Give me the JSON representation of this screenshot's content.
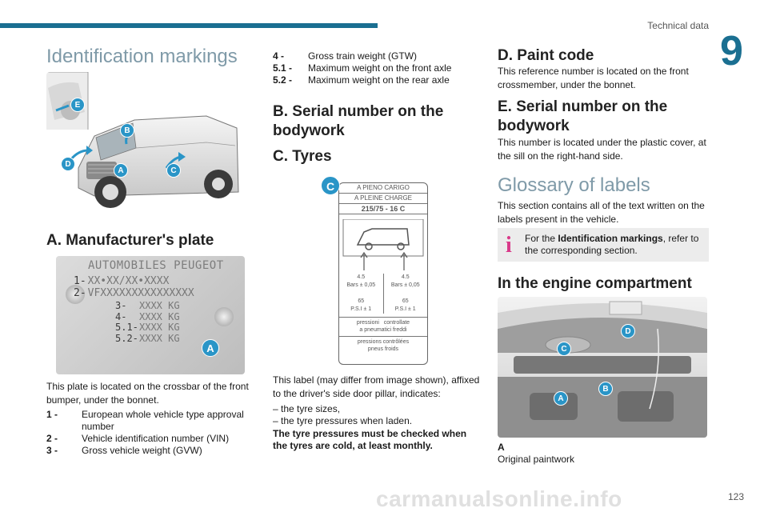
{
  "header": {
    "section_name": "Technical data",
    "chapter_number": "9"
  },
  "col1": {
    "title": "Identification markings",
    "manufacturer_heading": "A. Manufacturer's plate",
    "plate": {
      "brand": "AUTOMOBILES PEUGEOT",
      "line1_key": "1-",
      "line1_val": "XX•XX/XX•XXXX",
      "line2_key": "2-",
      "line2_val": "VFXXXXXXXXXXXXXXX",
      "line3_key": "3-",
      "line3_val": "XXXX KG",
      "line4_key": "4-",
      "line4_val": "XXXX KG",
      "line51_key": "5.1-",
      "line51_val": "XXXX KG",
      "line52_key": "5.2-",
      "line52_val": "XXXX KG",
      "badge": "A"
    },
    "van_badges": {
      "b": "B",
      "e": "E",
      "d": "D",
      "a": "A",
      "c": "C"
    },
    "plate_desc": "This plate is located on the crossbar of the front bumper, under the bonnet.",
    "list": [
      {
        "key": "1 -",
        "val": "European whole vehicle type approval number"
      },
      {
        "key": "2 -",
        "val": "Vehicle identification number (VIN)"
      },
      {
        "key": "3 -",
        "val": "Gross vehicle weight (GVW)"
      }
    ]
  },
  "col2": {
    "list": [
      {
        "key": "4 -",
        "val": "Gross train weight (GTW)"
      },
      {
        "key": "5.1 -",
        "val": "Maximum weight on the front axle"
      },
      {
        "key": "5.2 -",
        "val": "Maximum weight on the rear axle"
      }
    ],
    "serial_heading": "B. Serial number on the bodywork",
    "tyres_heading": "C. Tyres",
    "label": {
      "badge": "C",
      "line1": "A PIENO CARIGO",
      "line2": "A PLEINE CHARGE",
      "size": "215/75 - 16 C",
      "front_val": "4.5",
      "front_unit": "Bars ± 0,05",
      "rear_val": "4.5",
      "rear_unit": "Bars ± 0,05",
      "front_psi": "65",
      "front_psi_unit": "P.S.I ± 1",
      "rear_psi": "65",
      "rear_psi_unit": "P.S.I ± 1",
      "it_left": "pressioni",
      "it_right": "controllate",
      "it_line2": "a pneumatici freddi",
      "fr_line1": "pressions contrôlées",
      "fr_line2": "pneus froids"
    },
    "label_desc": "This label (may differ from image shown), affixed to the driver's side door pillar, indicates:",
    "dash_items": [
      "–  the tyre sizes,",
      "–  the tyre pressures when laden."
    ],
    "warning": "The tyre pressures must be checked when the tyres are cold, at least monthly."
  },
  "col3": {
    "paint_heading": "D. Paint code",
    "paint_desc": "This reference number is located on the front crossmember, under the bonnet.",
    "serial_heading": "E. Serial number on the bodywork",
    "serial_desc": "This number is located under the plastic cover, at the sill on the right-hand side.",
    "glossary_heading": "Glossary of labels",
    "glossary_desc": "This section contains all of the text written on the labels present in the vehicle.",
    "info_prefix": "For the ",
    "info_bold": "Identification markings",
    "info_suffix": ", refer to the corresponding section.",
    "engine_heading": "In the engine compartment",
    "engine_badges": {
      "d": "D",
      "c": "C",
      "a": "A",
      "b": "B"
    },
    "caption_key": "A",
    "caption_val": "Original paintwork"
  },
  "footer": {
    "page_number": "123",
    "watermark": "carmanualsonline.info"
  },
  "colors": {
    "accent": "#1a6f91",
    "badge": "#2a95c7",
    "info_icon": "#d93a8a"
  }
}
